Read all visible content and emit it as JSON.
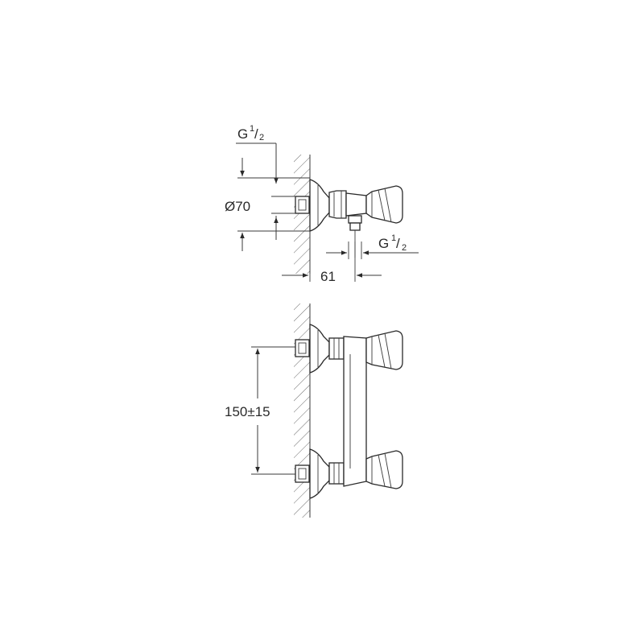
{
  "top_view": {
    "thread_label_top": {
      "main": "G",
      "num": "1",
      "slash": "/",
      "den": "2"
    },
    "diameter_label": "Ø70",
    "thread_label_outlet": {
      "main": "G",
      "num": "1",
      "slash": "/",
      "den": "2"
    },
    "depth_label": "61"
  },
  "front_view": {
    "spacing_label": "150±15"
  }
}
